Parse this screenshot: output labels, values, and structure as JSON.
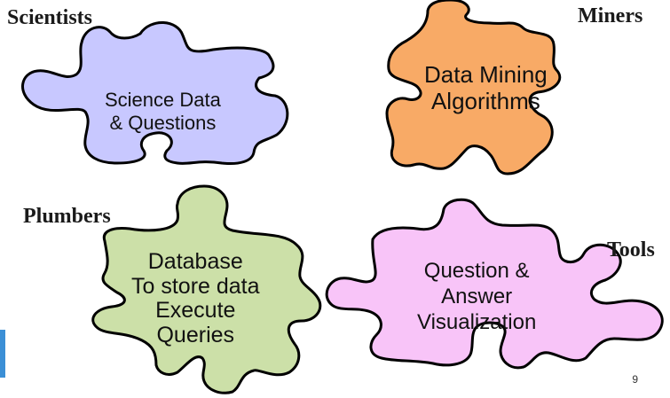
{
  "roles": {
    "scientists": "Scientists",
    "miners": "Miners",
    "plumbers": "Plumbers",
    "tools": "Tools"
  },
  "pieces": {
    "science": {
      "lines": [
        "Science Data",
        "& Questions"
      ],
      "color": "#c8c8ff"
    },
    "mining": {
      "lines": [
        "Data Mining",
        "Algorithms"
      ],
      "color": "#f8aa66"
    },
    "database": {
      "lines": [
        "Database",
        "To store data",
        "Execute",
        "Queries"
      ],
      "color": "#cce0a8"
    },
    "visualization": {
      "lines": [
        "Question &",
        "Answer",
        "Visualization"
      ],
      "color": "#f8c4f8"
    }
  },
  "slide_number": "9"
}
